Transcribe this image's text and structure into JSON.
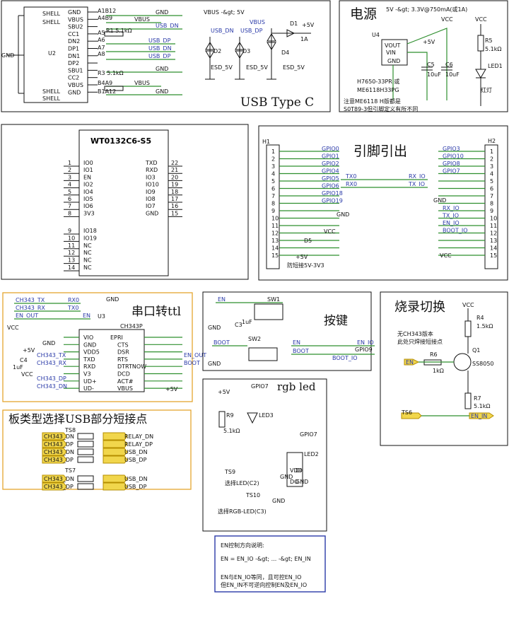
{
  "usb": {
    "left_pins": [
      "SHELL",
      "SHELL",
      "",
      "",
      "",
      "",
      "",
      "",
      "",
      "",
      "",
      "SHELL",
      "SHELL"
    ],
    "pins_right": [
      "GND",
      "VBUS",
      "SBU2",
      "CC1",
      "DN2",
      "DP1",
      "DN1",
      "DP2",
      "SBU1",
      "CC2",
      "VBUS",
      "GND"
    ],
    "pins_left": [
      "SHELL",
      "SHELL",
      "SHELL",
      "SHELL"
    ],
    "u2": "U2",
    "pin_nums": [
      "A1B12",
      "A4B9",
      "A5",
      "A6",
      "A7",
      "A8",
      "B4A9",
      "B1A12"
    ],
    "r1": "R1 5.1kΩ",
    "r3": "R3 5.1kΩ",
    "nets": [
      "GND",
      "VBUS",
      "USB_DN",
      "USB_DP",
      "USB_DN",
      "USB_DP",
      "GND",
      "VBUS",
      "GND"
    ],
    "vbus_label": "VBUS -&gt; 5V",
    "esd_nets": [
      "USB_DN",
      "USB_DP",
      "VBUS"
    ],
    "d2": "D2",
    "d3": "D3",
    "d4": "D4",
    "d1": "D1",
    "esd": [
      "ESD_5V",
      "ESD_5V",
      "ESD_5V"
    ],
    "d1_val": "1A",
    "plus5v": "+5V",
    "title": "USB Type C"
  },
  "power": {
    "title": "电源",
    "sub": "5V -&gt; 3.3V@750mA(或1A)",
    "u4": "U4",
    "pins": [
      "VOUT",
      "VIN",
      "GND"
    ],
    "vcc": "VCC",
    "plus5v": "+5V",
    "c5": "C5",
    "c6": "C6",
    "c_val": "10uF",
    "c_val2": "10uF",
    "r5": "R5",
    "r5_val": "5.1kΩ",
    "led1": "LED1",
    "red": "红灯",
    "part": "H7650-33PR 或",
    "part2": "ME6118H33PG",
    "note": "注意ME6118 H版都是",
    "note2": "S0T89-3但引脚定义有所不同"
  },
  "module": {
    "name": "WT0132C6-S5",
    "left": [
      "IO0",
      "IO1",
      "EN",
      "IO2",
      "IO4",
      "IO5",
      "IO6",
      "3V3",
      "IO18",
      "IO19",
      "NC",
      "NC",
      "NC",
      "NC"
    ],
    "left_num": [
      "1",
      "2",
      "3",
      "4",
      "5",
      "6",
      "7",
      "8",
      "9",
      "10",
      "11",
      "12",
      "13",
      "14"
    ],
    "right": [
      "TXD",
      "RXD",
      "IO3",
      "IO10",
      "IO9",
      "IO8",
      "IO7",
      "GND"
    ],
    "right_num": [
      "22",
      "21",
      "20",
      "19",
      "18",
      "17",
      "16",
      "15"
    ]
  },
  "pinout": {
    "title": "引脚引出",
    "h1": "H1",
    "h2": "H2",
    "left_nums": [
      "1",
      "2",
      "3",
      "4",
      "5",
      "6",
      "7",
      "8",
      "9",
      "10",
      "11",
      "12",
      "13",
      "14",
      "15"
    ],
    "left_nets": [
      "GPIO0",
      "GPIO1",
      "GPIO2",
      "GPIO4",
      "GPIO5",
      "GPIO6",
      "GPIO18",
      "GPIO19",
      "",
      "",
      "",
      "",
      "",
      ""
    ],
    "tx0": "TX0",
    "rx0": "RX0",
    "rx_io": "RX_IO",
    "tx_io": "TX_IO",
    "right_nets": [
      "GPIO3",
      "GPIO10",
      "GPIO8",
      "GPIO7",
      "",
      "",
      "",
      "",
      "RX_IO",
      "TX_IO",
      "EN_IO",
      "BOOT_IO",
      "",
      "",
      ""
    ],
    "gnd": "GND",
    "vcc": "VCC",
    "d5": "D5",
    "plus5v": "+5V",
    "note": "防短接5V-3V3"
  },
  "serial": {
    "title": "串口转ttl",
    "nets": [
      "CH343_TX",
      "CH343_RX",
      "EN_OUT"
    ],
    "nets_r": [
      "RX0",
      "TX0",
      "EN"
    ],
    "u3": "U3",
    "chip": "CH343P",
    "left": [
      "VIO",
      "GND",
      "VDD5",
      "TXD",
      "RXD",
      "V3",
      "UD+",
      "UD-"
    ],
    "right": [
      "RI",
      "CTS",
      "DSR",
      "RTS",
      "DTRTNOW",
      "DCD",
      "ACT#",
      "VBUS"
    ],
    "left_nets": [
      "CH343_TX",
      "CH343_RX",
      "CH343_DP",
      "CH343_DN"
    ],
    "right_nets": [
      "EN_OUT",
      "BOOT"
    ],
    "ep": "EP",
    "vcc": "VCC",
    "c4": "C4",
    "c_val": "1uF",
    "gnd": "GND",
    "plus5v": "+5V"
  },
  "board_select": {
    "title": "板类型选择USB部分短接点",
    "ts": [
      "TS8",
      "TS7"
    ],
    "rows": [
      "RELAY_DN",
      "RELAY_DP",
      "USB_DN",
      "USB_DP",
      "USB_DN",
      "USB_DP"
    ],
    "left": [
      "CH343_DN",
      "CH343_DP",
      "CH343_DN",
      "CH343_DP",
      "CH343_DN",
      "CH343_DP"
    ]
  },
  "keys": {
    "title": "按键",
    "en": "EN",
    "boot": "BOOT",
    "sw1": "SW1",
    "sw2": "SW2",
    "c3": "C3",
    "c_val": "1uF",
    "en_io": "EN_IO",
    "boot_io": "BOOT_IO",
    "gpio9": "GPIO9",
    "gnd": "GND"
  },
  "burn": {
    "title": "烧录切换",
    "vcc": "VCC",
    "r4": "R4",
    "r4_val": "1.5kΩ",
    "note": "无CH343版本",
    "note2": "此处只焊接短接点",
    "r6": "R6",
    "r6_val": "1kΩ",
    "q1": "Q1",
    "q1_val": "SS8050",
    "r7": "R7",
    "r7_val": "5.1kΩ",
    "en": "EN",
    "ts6": "TS6",
    "en_in": "EN_IN"
  },
  "rgb": {
    "title": "rgb led",
    "plus5v": "+5V",
    "gpio7": "GPIO7",
    "r9": "R9",
    "r9_val": "5.1kΩ",
    "led3": "LED3",
    "led2": "LED2",
    "ts9": "TS9",
    "ts10": "TS10",
    "sel1": "选择LED(C2)",
    "sel2": "选择RGB-LED(C3)",
    "vdd": "VDD",
    "gnd": "GND",
    "di": "DI",
    "do": "DO"
  },
  "note": {
    "title": "EN控制方向说明:",
    "line1": "EN = EN_IO -&gt; ... -&gt; EN_IN",
    "line2": "EN与EN_IO等同，且可控EN_IO",
    "line3": "但EN_IN不可逆向控制EN及EN_IO"
  }
}
